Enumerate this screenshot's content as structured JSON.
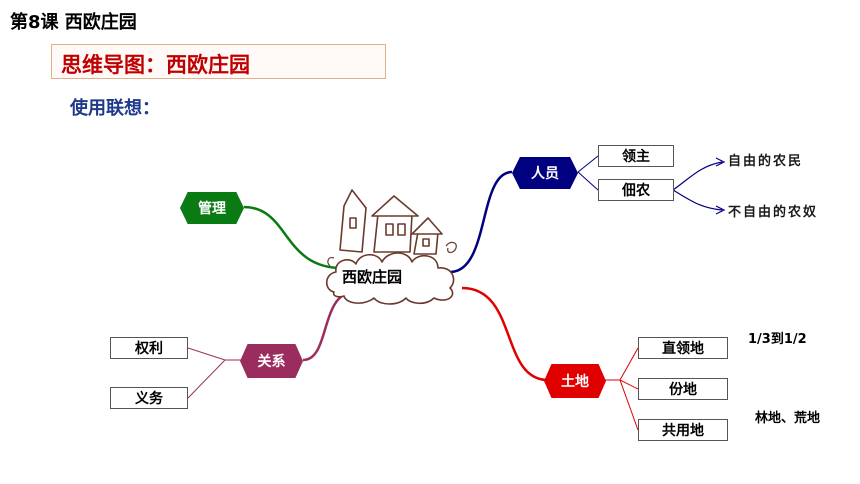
{
  "header": {
    "lesson_title": "第8课 西欧庄园",
    "topic_title": "思维导图：西欧庄园",
    "method_label": "使用联想："
  },
  "mindmap": {
    "center": "西欧庄园",
    "branches": {
      "people": {
        "label": "人员",
        "color": "#000080",
        "children": [
          "领主",
          "佃农"
        ],
        "tenant_types": [
          "自由的农民",
          "不自由的农奴"
        ]
      },
      "management": {
        "label": "管理",
        "color": "#0a7a12"
      },
      "relations": {
        "label": "关系",
        "color": "#9b2d5e",
        "children": [
          "权利",
          "义务"
        ]
      },
      "land": {
        "label": "土地",
        "color": "#e00000",
        "children": [
          "直领地",
          "份地",
          "共用地"
        ],
        "notes": [
          "1/3到1/2",
          "林地、荒地"
        ]
      }
    }
  },
  "colors": {
    "topic_red": "#c00000",
    "method_blue": "#1f3a8a"
  }
}
